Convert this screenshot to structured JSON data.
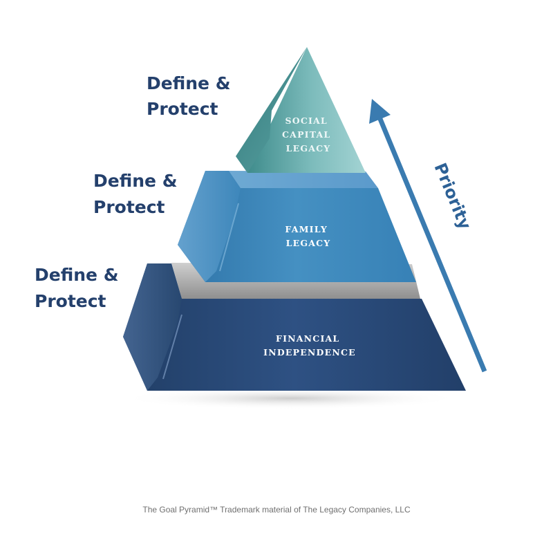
{
  "side_labels": [
    {
      "line1": "Define &",
      "line2": "Protect"
    },
    {
      "line1": "Define &",
      "line2": "Protect"
    },
    {
      "line1": "Define &",
      "line2": "Protect"
    }
  ],
  "tiers": [
    {
      "lines": [
        "SOCIAL",
        "CAPITAL",
        "LEGACY"
      ],
      "color": "#6fb0b2"
    },
    {
      "lines": [
        "FAMILY",
        "LEGACY"
      ],
      "color": "#3d86b9"
    },
    {
      "lines": [
        "FINANCIAL",
        "INDEPENDENCE"
      ],
      "color": "#284870"
    }
  ],
  "arrow": {
    "label": "Priority",
    "color": "#3a7bb0"
  },
  "caption": "The Goal Pyramid™ Trademark material of The Legacy Companies, LLC",
  "colors": {
    "label_text": "#24406c",
    "separator": "#a6a6a6"
  }
}
